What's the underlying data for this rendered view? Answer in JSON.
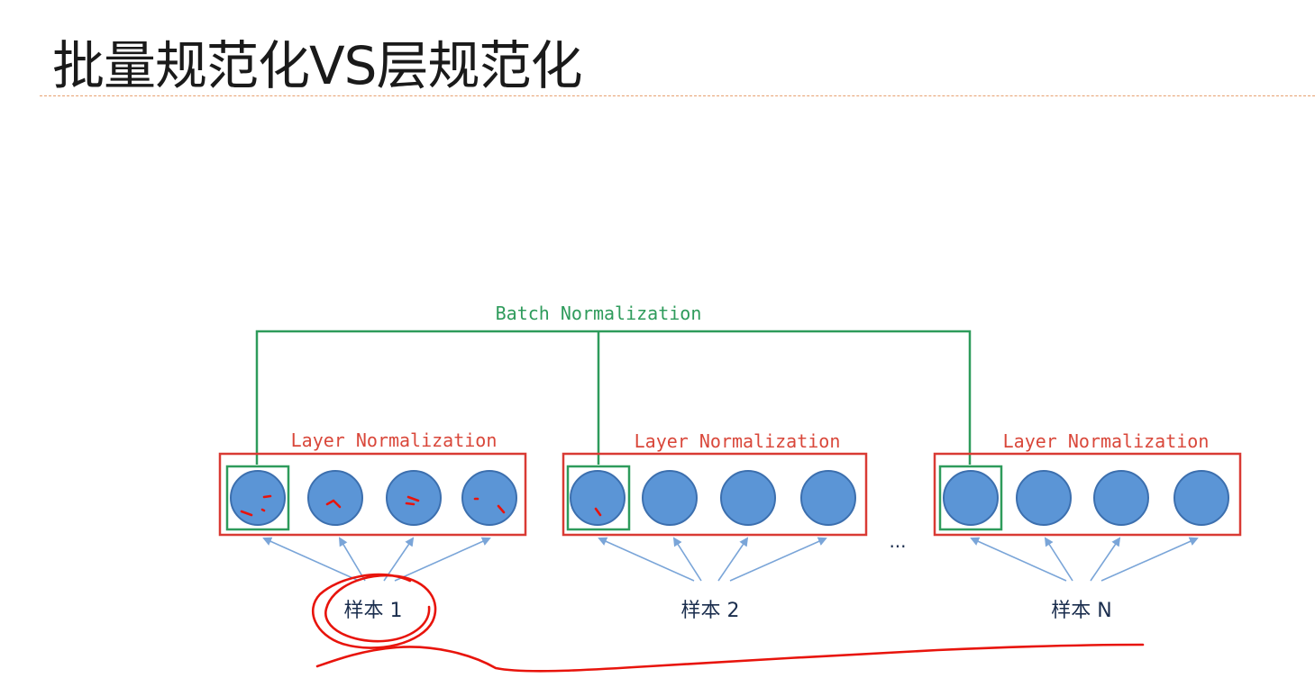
{
  "slide": {
    "title": "批量规范化VS层规范化"
  },
  "diagram": {
    "batch_norm_label": "Batch Normalization",
    "ellipsis": "...",
    "groups": [
      {
        "layer_norm_label": "Layer Normalization",
        "sample_label": "样本 1"
      },
      {
        "layer_norm_label": "Layer Normalization",
        "sample_label": "样本 2"
      },
      {
        "layer_norm_label": "Layer Normalization",
        "sample_label": "样本 N"
      }
    ]
  },
  "colors": {
    "batch_norm": "#2e9b5b",
    "layer_norm_text": "#d9473a",
    "layer_norm_box": "#d93a34",
    "neuron_fill": "#5b95d6",
    "neuron_stroke": "#3c6fae",
    "arrow": "#7aa5d8",
    "ink": "#e8140c"
  }
}
